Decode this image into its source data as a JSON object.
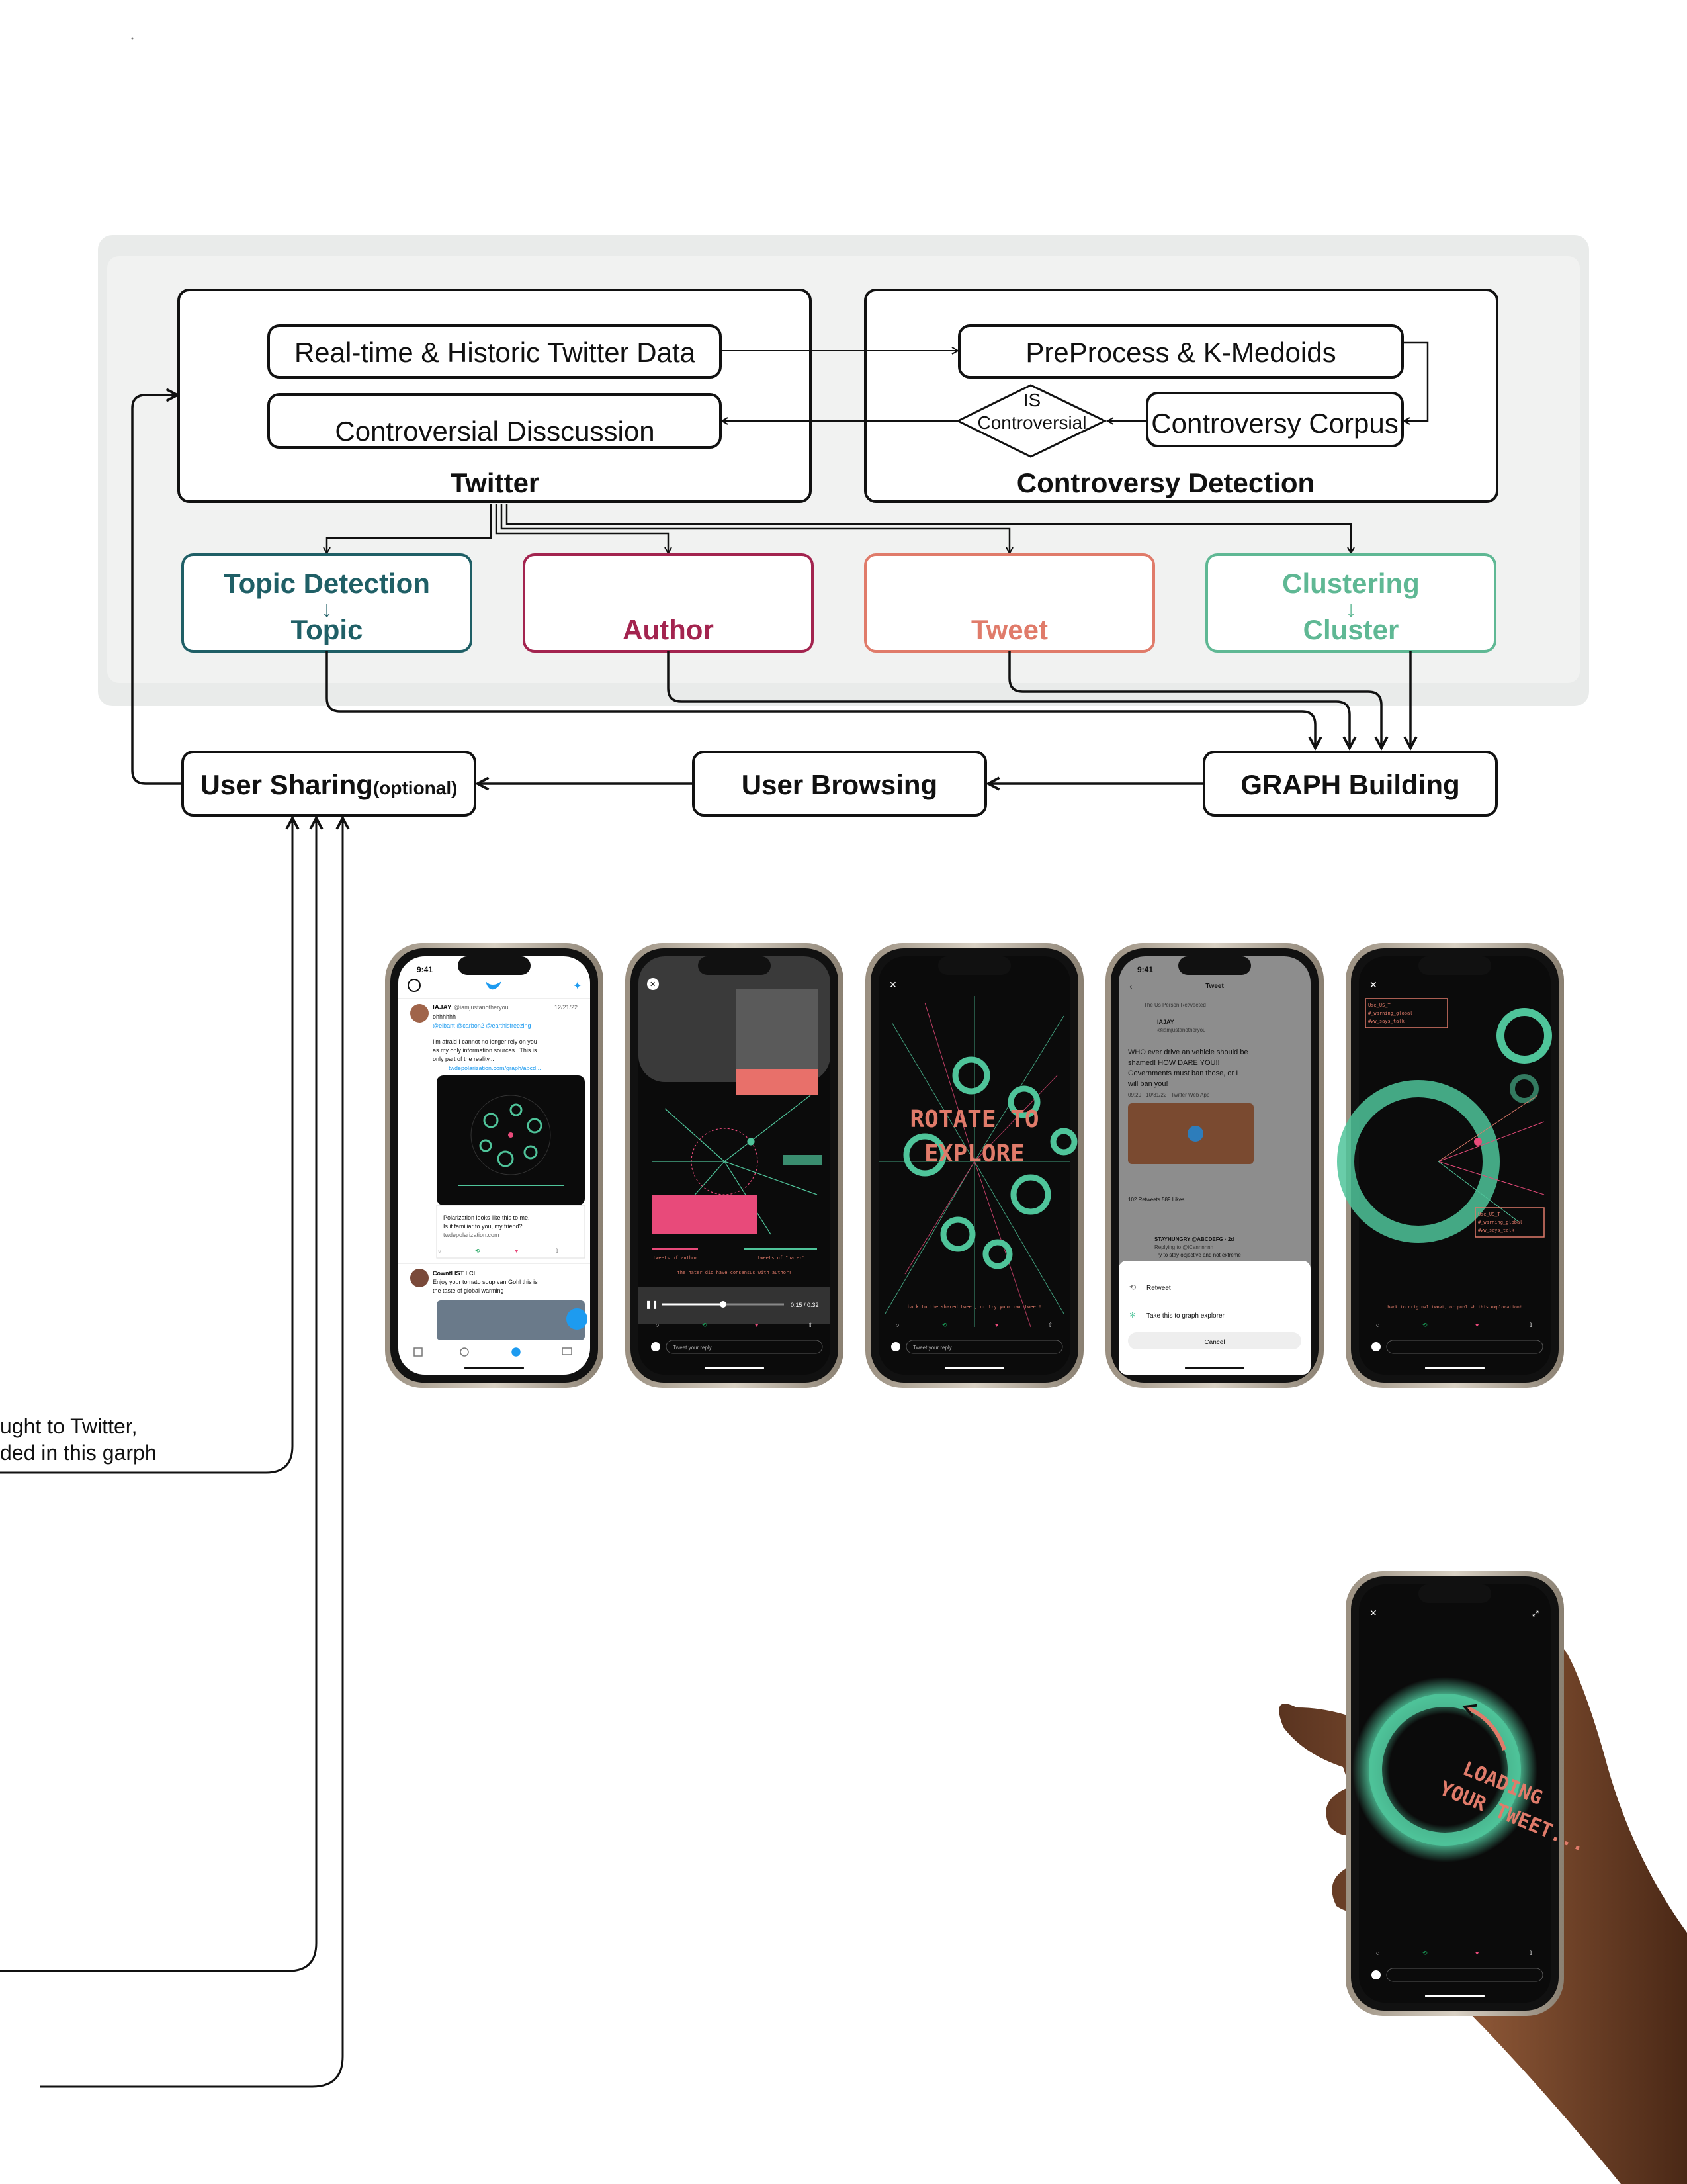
{
  "colors": {
    "ink": "#111111",
    "panel_bg": "#eef0ef",
    "topic_teal": "#1f5f66",
    "author_magenta": "#a3244f",
    "tweet_salmon": "#e07b6a",
    "cluster_green": "#5fb894",
    "screen_dark": "#0b0b0b",
    "glow_green": "#4fc49a",
    "twitter_blue": "#1d9bf0",
    "accent_pink": "#e84a7a"
  },
  "diagram": {
    "twitter_box": {
      "title": "Twitter",
      "data_item": "Real-time & Historic Twitter Data",
      "discussion_item": "Controversial Disscussion"
    },
    "controversy_box": {
      "title": "Controversy Detection",
      "preprocess": "PreProcess & K-Medoids",
      "corpus": "Controversy Corpus",
      "decision_top": "IS",
      "decision_bottom": "Controversial"
    },
    "features": {
      "topic_detection": "Topic Detection",
      "topic": "Topic",
      "author": "Author",
      "tweet": "Tweet",
      "clustering": "Clustering",
      "cluster": "Cluster",
      "arrow_glyph": "↓"
    },
    "pipeline": {
      "user_sharing": "User Sharing",
      "optional": "(optional)",
      "user_browsing": "User Browsing",
      "graph_building": "GRAPH Building"
    },
    "side_note": {
      "line1": "ught to Twitter,",
      "line2": "ded in this garph"
    }
  },
  "phones": {
    "status_time": "9:41",
    "feed": {
      "username": "IAJAY",
      "handle": "@iamjustanotheryou",
      "date": "12/21/22",
      "body_line1": "ohhhhhh",
      "mentions": "@elbant @carbon2 @earthisfreezing",
      "body_line2": "I'm afraid I cannot no longer rely on you",
      "body_line3": "as my only information sources.. This is",
      "body_line4": "only part of the reality...",
      "link": "twdepolarization.com/graph/abcd...",
      "card_line1": "Polarization looks like this to me.",
      "card_line2": "Is it familiar to you, my friend?",
      "card_domain": "twdepolarization.com",
      "second_user": "CowntLIST LCL",
      "second_body1": "Enjoy your tomato soup van Gohl this is",
      "second_body2": "the taste of global warming"
    },
    "video": {
      "time": "0:15 / 0:32",
      "reply": "Tweet your reply",
      "caption_left": "tweets of author",
      "caption_right": "tweets of \"hater\"",
      "caption_line": "the hater did have consensus with author!"
    },
    "rotate": {
      "line1": "ROTATE TO",
      "line2": "EXPLORE",
      "reply": "Tweet your reply",
      "bottom_hint": "back to the shared tweet, or try your own tweet!"
    },
    "share": {
      "title": "Tweet",
      "retweeted_by": "The Us Person Retweeted",
      "username": "IAJAY",
      "handle": "@iamjustanotheryou",
      "body_line1": "WHO ever drive an vehicle should be",
      "body_line2": "shamed! HOW DARE YOU!!",
      "body_line3": "Governments must ban those, or I",
      "body_line4": "will ban you!",
      "meta": "09:29 · 10/31/22 · Twitter Web App",
      "stats": "102 Retweets  589 Likes",
      "reply_user": "STAYHUNGRY @ABCDEFG · 2d",
      "reply_to": "Replying to @iCannnnnn",
      "reply_text": "Try to stay objective and not extreme",
      "sheet_retweet": "Retweet",
      "sheet_graph": "Take this to graph explorer",
      "sheet_cancel": "Cancel"
    },
    "graph": {
      "tag_top1": "Use_US_T",
      "tag_top2": "#_warning_global",
      "tag_top3": "#ww_says_talk",
      "tag_bottom1": "Use_US_T",
      "tag_bottom2": "#_warning_global",
      "tag_bottom3": "#ww_says_talk",
      "bottom_hint": "back to original tweet, or publish this exploration!"
    },
    "loading": {
      "line1": "LOADING",
      "line2": "YOUR TWEET..."
    }
  }
}
